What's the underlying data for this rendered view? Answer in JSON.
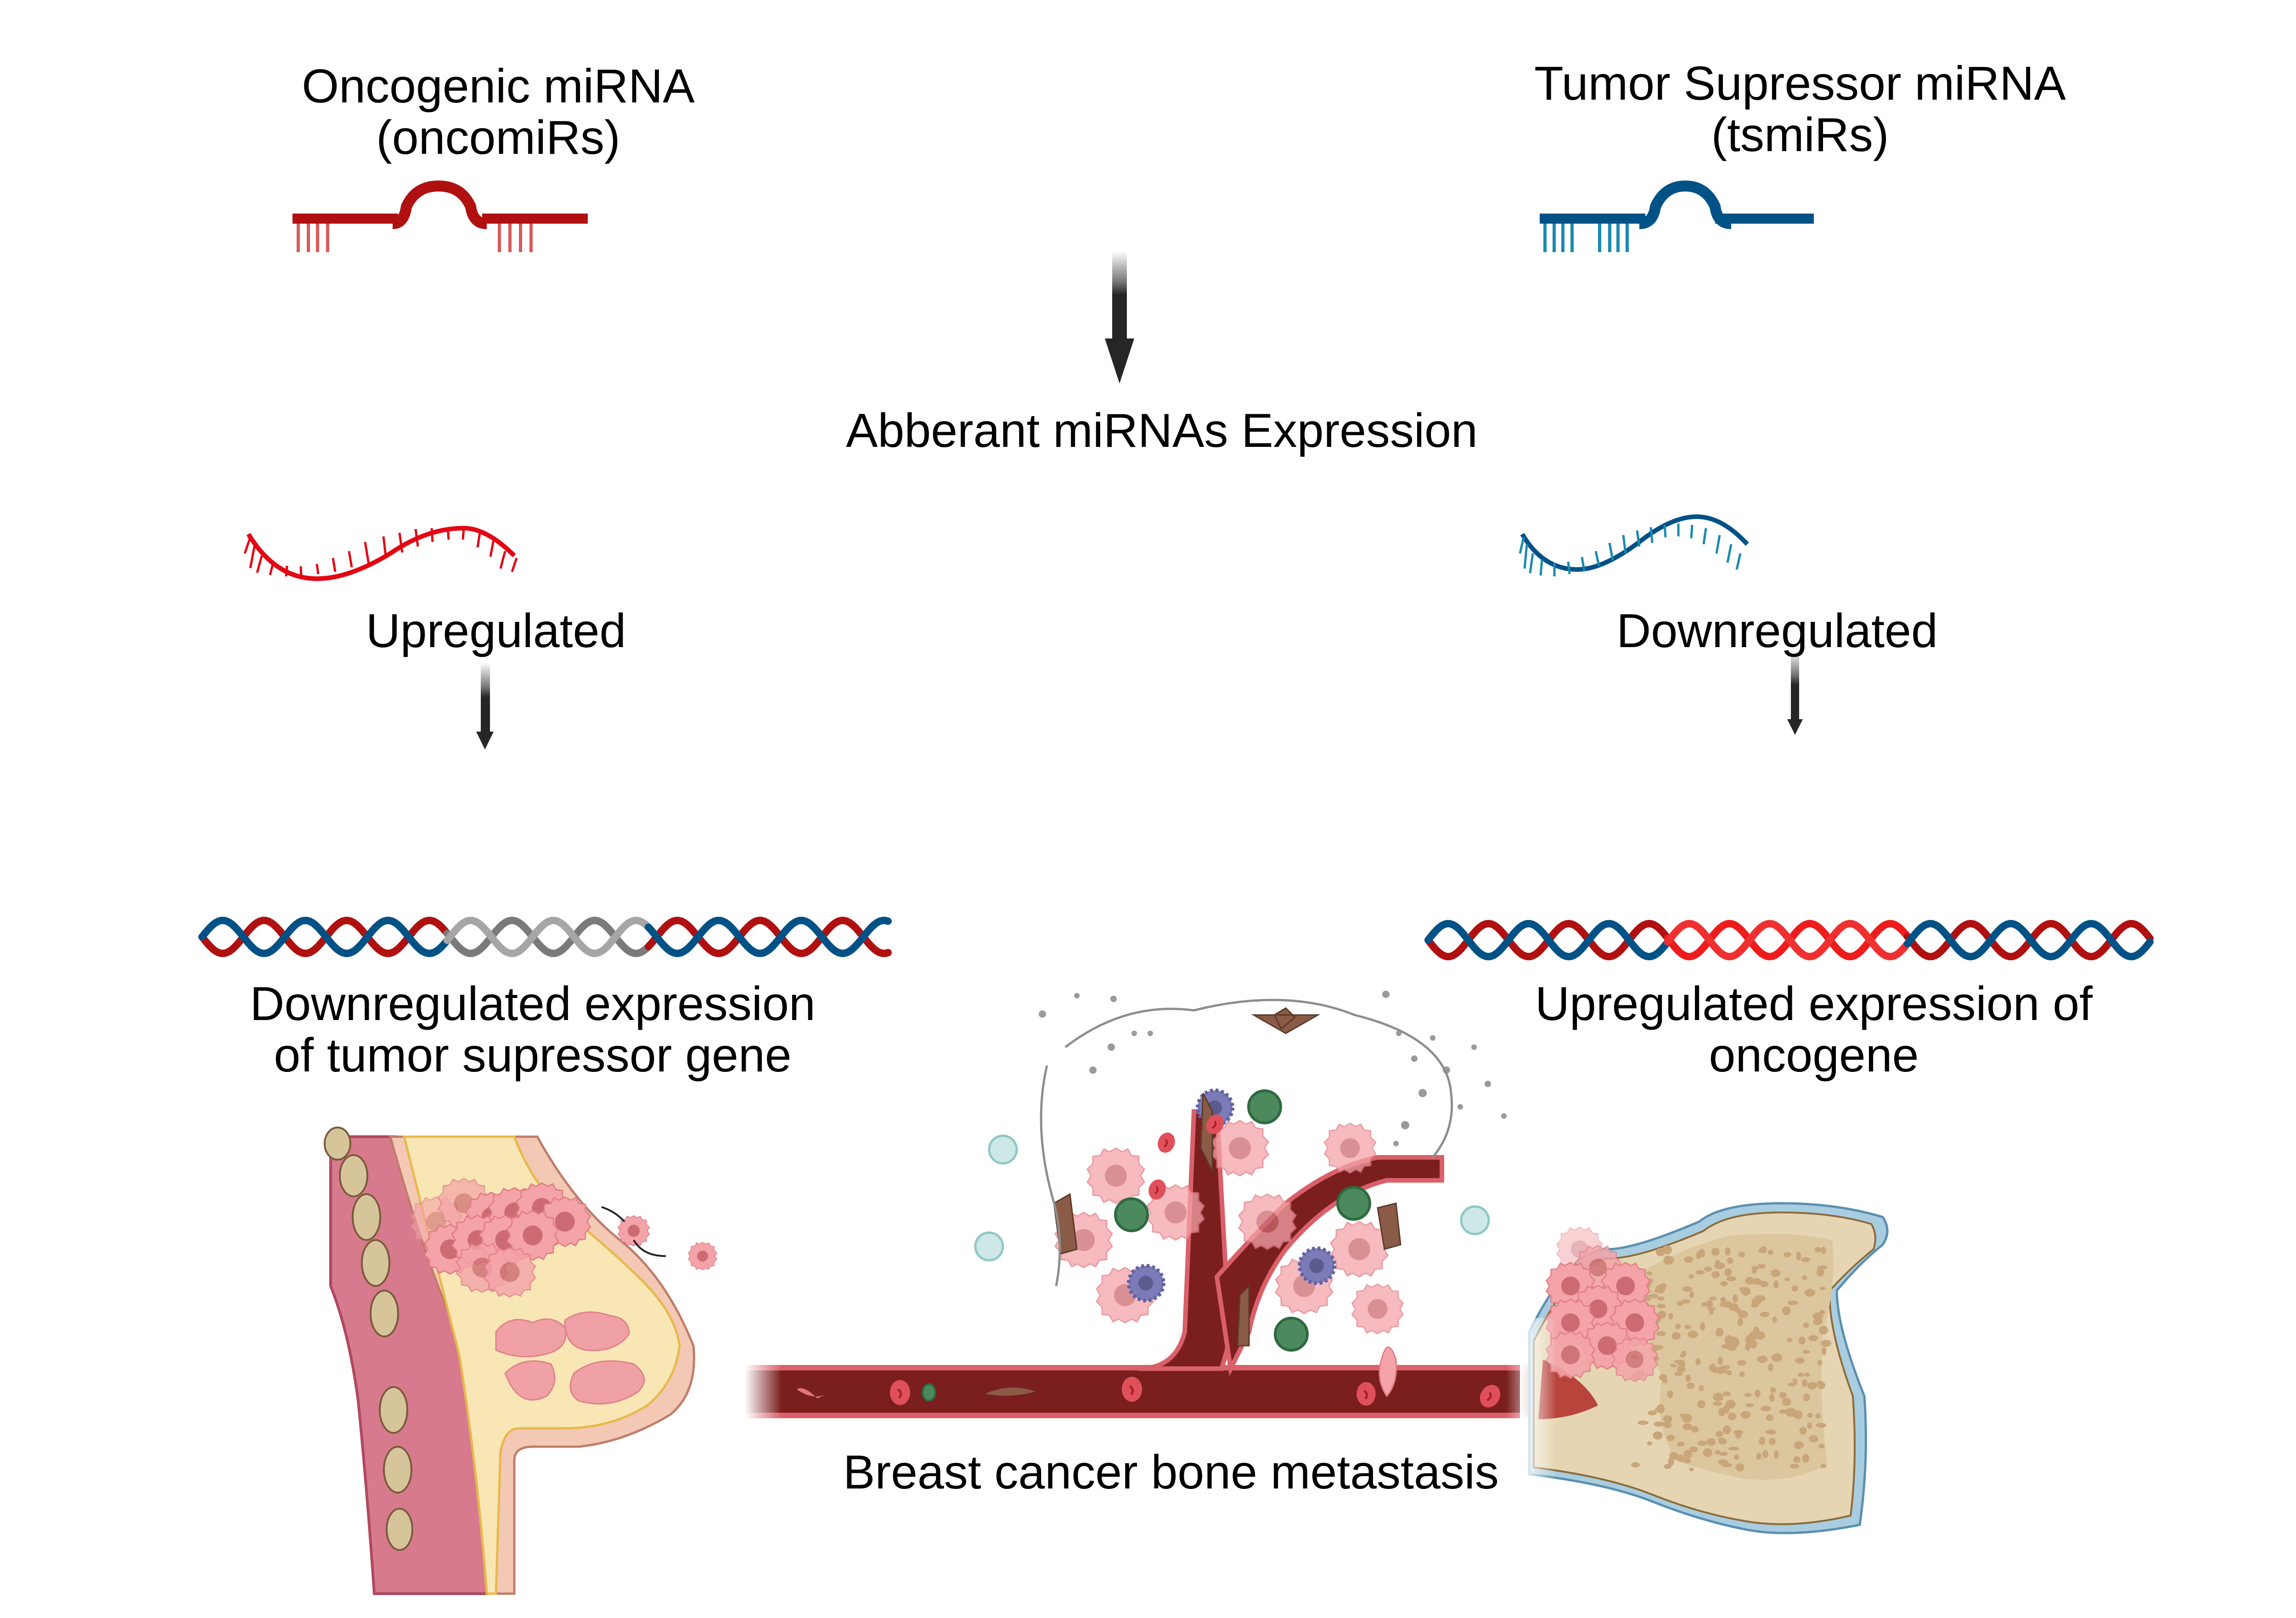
{
  "figure": {
    "oncomir": {
      "title_line1": "Oncogenic miRNA",
      "title_line2": "(oncomiRs)",
      "state_label": "Upregulated",
      "effect_line1": "Downregulated expression",
      "effect_line2": "of tumor supressor gene",
      "colors": {
        "primary": "#b01010",
        "stems": "#d95a5a",
        "strand": "#e30613"
      }
    },
    "tsmir": {
      "title_line1": "Tumor Supressor miRNA",
      "title_line2": "(tsmiRs)",
      "state_label": "Downregulated",
      "effect_line1": "Upregulated expression of",
      "effect_line2": "oncogene",
      "colors": {
        "primary": "#005286",
        "stems": "#1a8ab0",
        "strand": "#005286"
      }
    },
    "center_label": "Abberant miRNAs Expression",
    "bottom_label": "Breast cancer bone metastasis",
    "icons": {
      "oncomir_hairpin": "mirna-hairpin-icon",
      "tsmir_hairpin": "mirna-hairpin-icon",
      "arrow": "arrow-down-icon",
      "up_strand": "mirna-strand-icon",
      "down_strand": "mirna-strand-icon",
      "left_dna": "dna-helix-icon",
      "right_dna": "dna-helix-icon",
      "breast": "breast-tumor-icon",
      "vessel": "blood-vessel-icon",
      "bone": "bone-metastasis-icon"
    },
    "palette": {
      "dna_blue": "#005286",
      "dna_red": "#b01010",
      "dna_gray_dark": "#7a7a7a",
      "dna_gray_light": "#a6a6a6",
      "dna_bright_red": "#ee1c1c",
      "arrow": "#262626",
      "vessel_dark": "#7a1e1e",
      "vessel_wall": "#d9606a",
      "tumor_cell": "#f4a3a8",
      "tumor_nucleus": "#cd6b72",
      "bone_fill": "#e5d5b2",
      "bone_spongy": "#c9a57a",
      "periosteum": "#a9cde0",
      "fat": "#f9e6b5",
      "muscle": "#d77a8e",
      "skin": "#f3c9b5"
    }
  }
}
